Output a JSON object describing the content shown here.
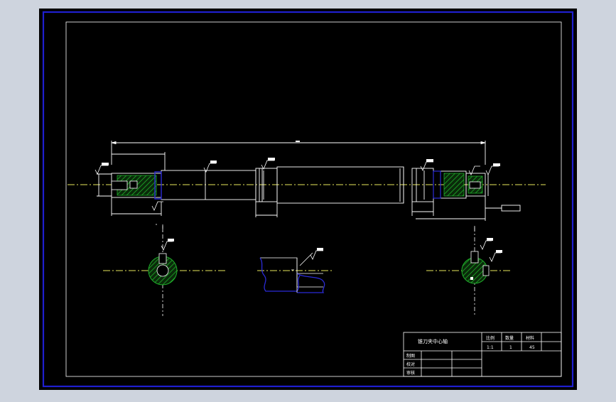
{
  "colors": {
    "frame_background": "#cfd5df",
    "sheet": "#000000",
    "border": "#1f1fcf",
    "line": "#ffffff",
    "centerline": "#e8e85a",
    "hatch": "#1fae2a",
    "break_line": "#2b2bd6",
    "title_block_blue": "#3535e0"
  },
  "title_block": {
    "part_name": "锥刀夹中心轴",
    "col_scale": "比例",
    "col_qty": "数量",
    "col_material": "材料",
    "scale": "1:1",
    "qty": "1",
    "material": "45",
    "drawn_label": "制图",
    "checked_label": "校对",
    "approved_label": "审核"
  }
}
